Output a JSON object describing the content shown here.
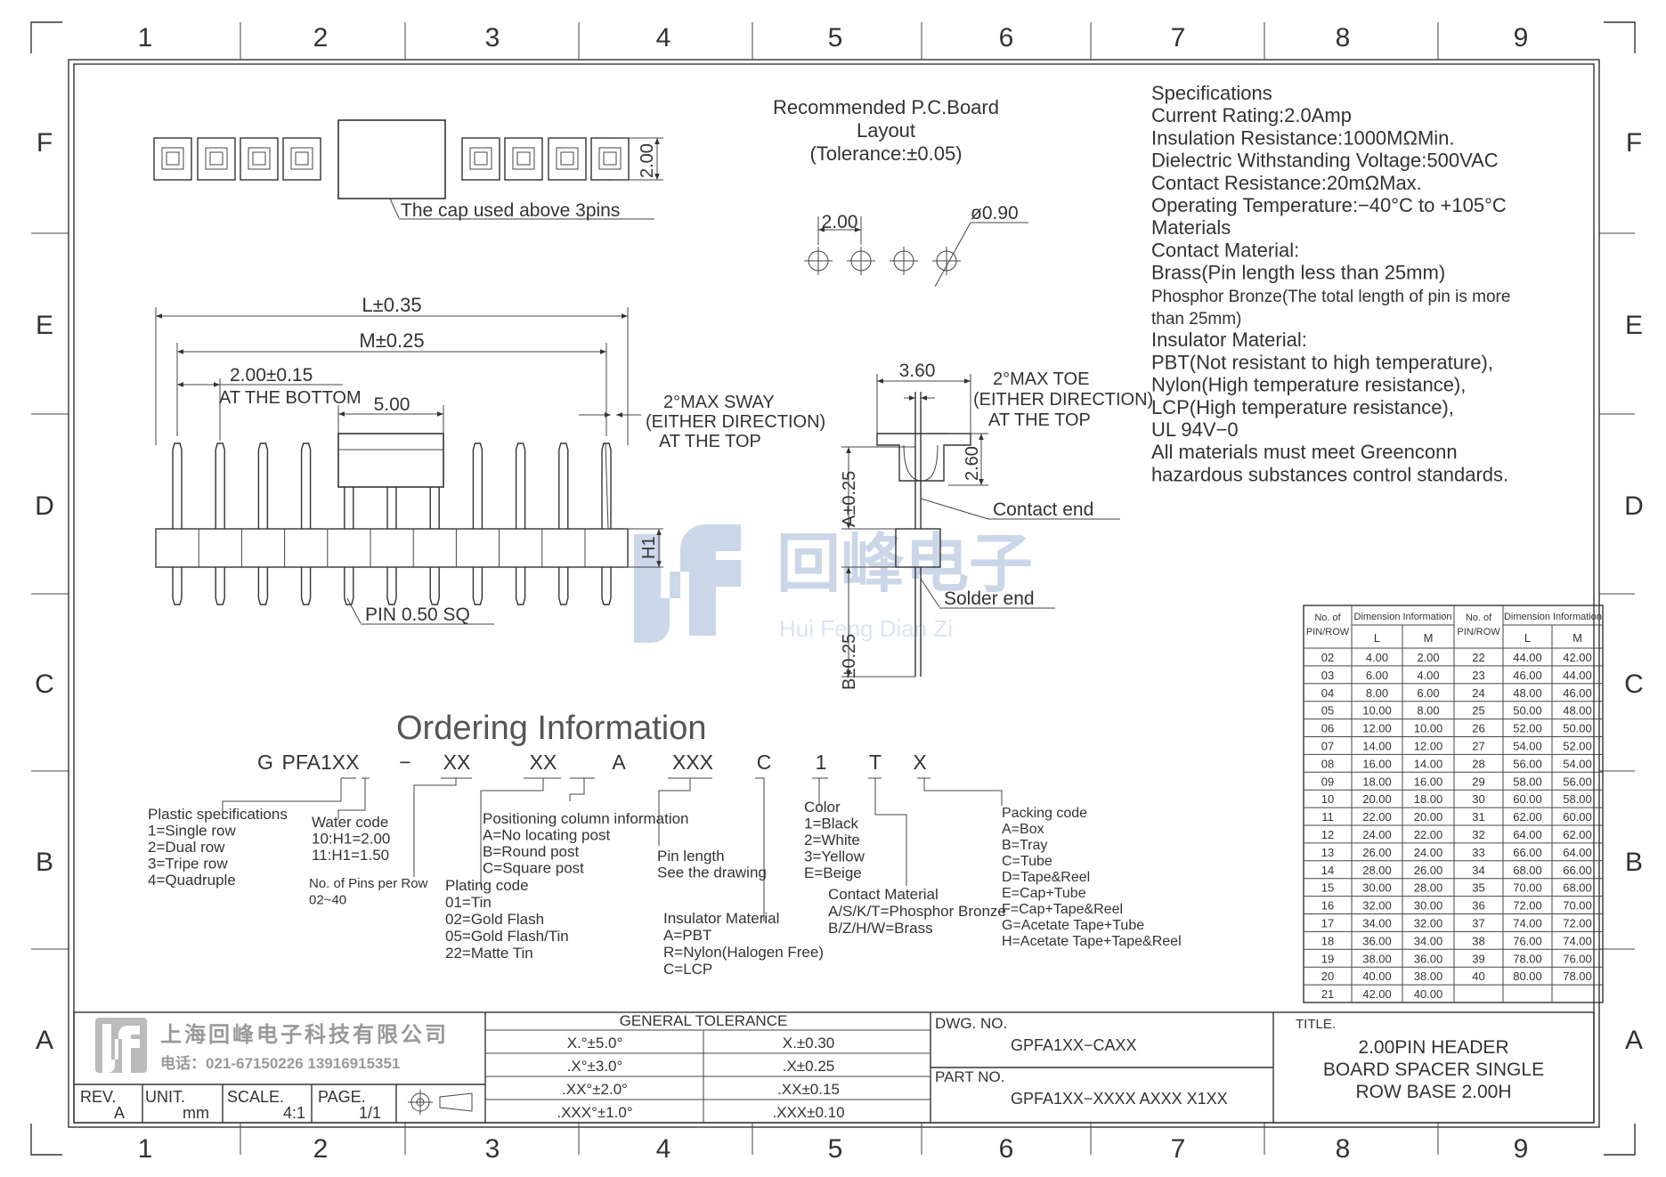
{
  "border": {
    "cols": [
      "1",
      "2",
      "3",
      "4",
      "5",
      "6",
      "7",
      "8",
      "9"
    ],
    "rows": [
      "F",
      "E",
      "D",
      "C",
      "B",
      "A"
    ]
  },
  "top_view": {
    "cap_note": "The cap used above 3pins",
    "dim_height": "2.00"
  },
  "pcb_layout": {
    "title1": "Recommended P.C.Board",
    "title2": "Layout",
    "title3": "(Tolerance:±0.05)",
    "pitch": "2.00",
    "hole": "ø0.90"
  },
  "specifications": {
    "lines": [
      "Specifications",
      "Current  Rating:2.0Amp",
      "Insulation  Resistance:1000MΩMin.",
      "Dielectric  Withstanding  Voltage:500VAC",
      "Contact  Resistance:20mΩMax.",
      "Operating  Temperature:−40°C  to  +105°C",
      "Materials",
      "Contact  Material:",
      "Brass(Pin  length  less  than  25mm)",
      "Phosphor Bronze(The total length of pin is more",
      "than 25mm)",
      "Insulator  Material:",
      "PBT(Not  resistant  to  high  temperature),",
      "Nylon(High  temperature  resistance),",
      "LCP(High  temperature  resistance),",
      "UL  94V−0",
      "All  materials  must  meet  Greenconn",
      "hazardous  substances  control  standards."
    ]
  },
  "front_view": {
    "dim_L": "L±0.35",
    "dim_M": "M±0.25",
    "dim_pitch": "2.00±0.15",
    "dim_pitch_note": "AT THE BOTTOM",
    "dim_cap": "5.00",
    "sway1": "2°MAX  SWAY",
    "sway2": "(EITHER DIRECTION)",
    "sway3": "AT  THE  TOP",
    "dim_h1": "H1",
    "pin_note": "PIN  0.50  SQ"
  },
  "side_view": {
    "dim_width": "3.60",
    "toe1": "2°MAX  TOE",
    "toe2": "(EITHER DIRECTION)",
    "toe3": "AT  THE  TOP",
    "dim_260": "2.60",
    "dim_a": "A±0.25",
    "dim_b": "B±0.25",
    "contact_end": "Contact  end",
    "solder_end": "Solder  end"
  },
  "watermark": {
    "cn": "回峰电子",
    "en": "Hui Feng Dian Zi"
  },
  "ordering": {
    "title": "Ordering  Information",
    "code": [
      "G",
      "PFA1XX",
      "−",
      "XX",
      "XX",
      "A",
      "XXX",
      "C",
      "1",
      "T",
      "X"
    ],
    "plastic": [
      "Plastic  specifications",
      "1=Single  row",
      "2=Dual  row",
      "3=Tripe  row",
      "4=Quadruple"
    ],
    "water": [
      "Water  code",
      "10:H1=2.00",
      "11:H1=1.50"
    ],
    "pins": [
      "No. of  Pins per  Row",
      "02~40"
    ],
    "plating": [
      "Plating  code",
      "01=Tin",
      "02=Gold  Flash",
      "05=Gold  Flash/Tin",
      "22=Matte  Tin"
    ],
    "positioning": [
      "Positioning  column  information",
      "A=No  locating  post",
      "B=Round  post",
      "C=Square  post"
    ],
    "pin_length": [
      "Pin  length",
      "See  the  drawing"
    ],
    "insulator": [
      "Insulator  Material",
      "A=PBT",
      "R=Nylon(Halogen  Free)",
      "C=LCP"
    ],
    "color": [
      "Color",
      "1=Black",
      "2=White",
      "3=Yellow",
      "E=Beige"
    ],
    "contact": [
      "Contact  Material",
      "A/S/K/T=Phosphor  Bronze",
      "B/Z/H/W=Brass"
    ],
    "packing": [
      "Packing  code",
      "A=Box",
      "B=Tray",
      "C=Tube",
      "D=Tape&Reel",
      "E=Cap+Tube",
      "F=Cap+Tape&Reel",
      "G=Acetate  Tape+Tube",
      "H=Acetate  Tape+Tape&Reel"
    ]
  },
  "dim_table": {
    "h_pins": [
      "No. of",
      "PIN/ROW"
    ],
    "h_dim": "Dimension  Information",
    "h_L": "L",
    "h_M": "M",
    "rows": [
      [
        "02",
        "4.00",
        "2.00",
        "22",
        "44.00",
        "42.00"
      ],
      [
        "03",
        "6.00",
        "4.00",
        "23",
        "46.00",
        "44.00"
      ],
      [
        "04",
        "8.00",
        "6.00",
        "24",
        "48.00",
        "46.00"
      ],
      [
        "05",
        "10.00",
        "8.00",
        "25",
        "50.00",
        "48.00"
      ],
      [
        "06",
        "12.00",
        "10.00",
        "26",
        "52.00",
        "50.00"
      ],
      [
        "07",
        "14.00",
        "12.00",
        "27",
        "54.00",
        "52.00"
      ],
      [
        "08",
        "16.00",
        "14.00",
        "28",
        "56.00",
        "54.00"
      ],
      [
        "09",
        "18.00",
        "16.00",
        "29",
        "58.00",
        "56.00"
      ],
      [
        "10",
        "20.00",
        "18.00",
        "30",
        "60.00",
        "58.00"
      ],
      [
        "11",
        "22.00",
        "20.00",
        "31",
        "62.00",
        "60.00"
      ],
      [
        "12",
        "24.00",
        "22.00",
        "32",
        "64.00",
        "62.00"
      ],
      [
        "13",
        "26.00",
        "24.00",
        "33",
        "66.00",
        "64.00"
      ],
      [
        "14",
        "28.00",
        "26.00",
        "34",
        "68.00",
        "66.00"
      ],
      [
        "15",
        "30.00",
        "28.00",
        "35",
        "70.00",
        "68.00"
      ],
      [
        "16",
        "32.00",
        "30.00",
        "36",
        "72.00",
        "70.00"
      ],
      [
        "17",
        "34.00",
        "32.00",
        "37",
        "74.00",
        "72.00"
      ],
      [
        "18",
        "36.00",
        "34.00",
        "38",
        "76.00",
        "74.00"
      ],
      [
        "19",
        "38.00",
        "36.00",
        "39",
        "78.00",
        "76.00"
      ],
      [
        "20",
        "40.00",
        "38.00",
        "40",
        "80.00",
        "78.00"
      ],
      [
        "21",
        "42.00",
        "40.00",
        "",
        "",
        ""
      ]
    ]
  },
  "title_block": {
    "company": "上海回峰电子科技有限公司",
    "phone": "电话：021-67150226  13916915351",
    "rev_label": "REV.",
    "rev": "A",
    "unit_label": "UNIT.",
    "unit": "mm",
    "scale_label": "SCALE.",
    "scale": "4:1",
    "page_label": "PAGE.",
    "page": "1/1",
    "tol_title": "GENERAL TOLERANCE",
    "tol_left": [
      "X.°±5.0°",
      ".X°±3.0°",
      ".XX°±2.0°",
      ".XXX°±1.0°"
    ],
    "tol_right": [
      "X.±0.30",
      ".X±0.25",
      ".XX±0.15",
      ".XXX±0.10"
    ],
    "dwg_label": "DWG. NO.",
    "dwg": "GPFA1XX−CAXX",
    "part_label": "PART NO.",
    "part": "GPFA1XX−XXXX  AXXX  X1XX",
    "title_label": "TITLE.",
    "title": [
      "2.00PIN  HEADER",
      "BOARD  SPACER  SINGLE",
      "ROW  BASE  2.00H"
    ]
  }
}
